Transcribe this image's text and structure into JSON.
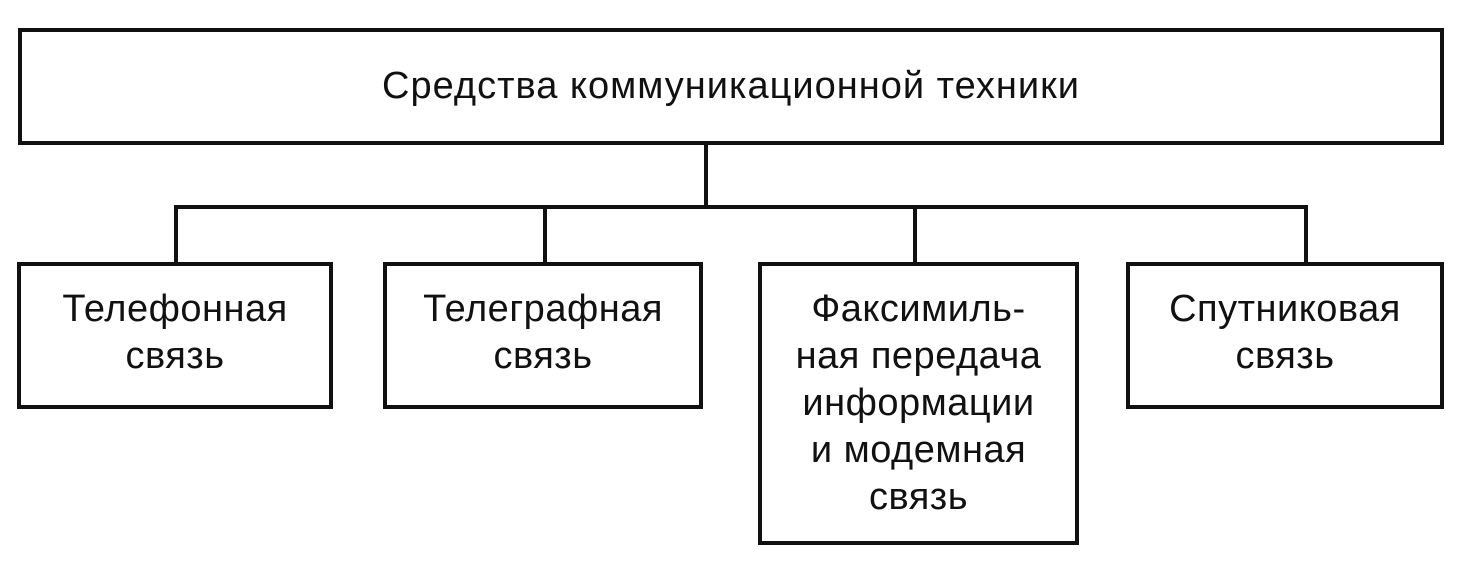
{
  "diagram": {
    "root": {
      "label": "Средства коммуникационной техники"
    },
    "children": [
      {
        "lines": [
          "Телефонная",
          "связь"
        ]
      },
      {
        "lines": [
          "Телеграфная",
          "связь"
        ]
      },
      {
        "lines": [
          "Факсимиль-",
          "ная передача",
          "информации",
          "и модемная",
          "связь"
        ]
      },
      {
        "lines": [
          "Спутниковая",
          "связь"
        ]
      }
    ]
  }
}
